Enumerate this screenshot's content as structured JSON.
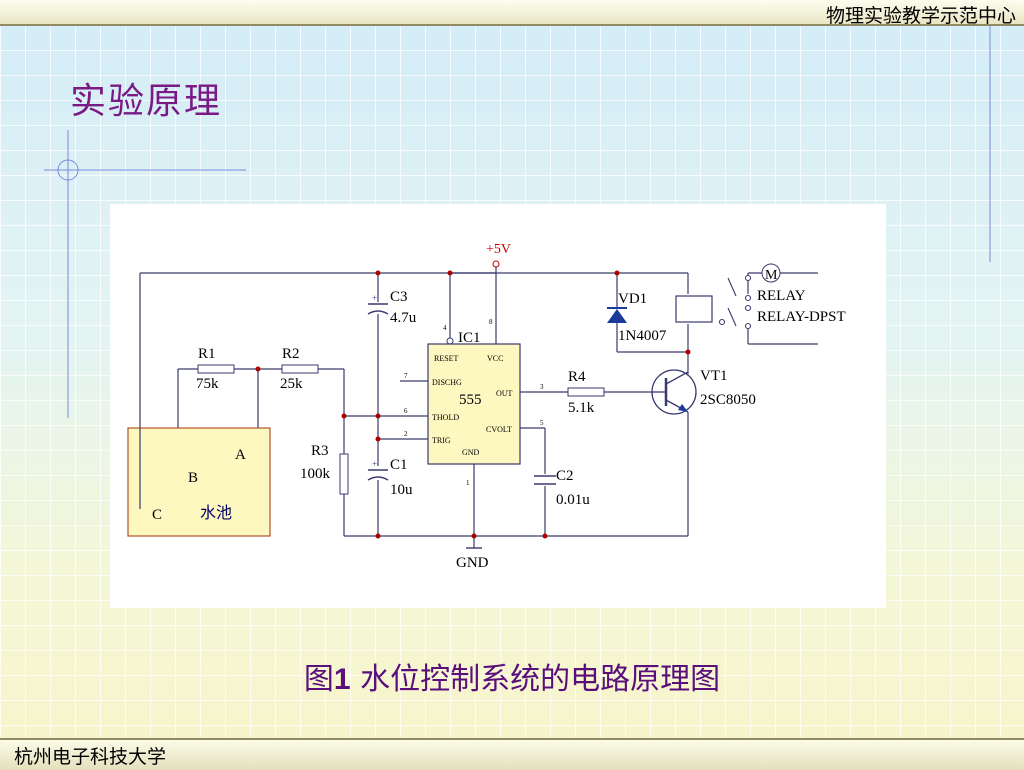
{
  "header": {
    "org": "物理实验教学示范中心"
  },
  "footer": {
    "university": "杭州电子科技大学"
  },
  "slide": {
    "title": "实验原理",
    "caption_prefix": "图",
    "caption_number": "1",
    "caption_text": " 水位控制系统的电路原理图"
  },
  "diagram": {
    "supply": "+5V",
    "ground": "GND",
    "pool": {
      "label": "水池",
      "probe_a": "A",
      "probe_b": "B",
      "probe_c": "C"
    },
    "r1": {
      "name": "R1",
      "value": "75k"
    },
    "r2": {
      "name": "R2",
      "value": "25k"
    },
    "r3": {
      "name": "R3",
      "value": "100k"
    },
    "r4": {
      "name": "R4",
      "value": "5.1k"
    },
    "c1": {
      "name": "C1",
      "value": "10u"
    },
    "c2": {
      "name": "C2",
      "value": "0.01u"
    },
    "c3": {
      "name": "C3",
      "value": "4.7u"
    },
    "ic": {
      "name": "IC1",
      "part": "555",
      "pins": {
        "reset": "RESET",
        "vcc": "VCC",
        "dischg": "DISCHG",
        "out": "OUT",
        "thold": "THOLD",
        "cvolt": "CVOLT",
        "trig": "TRIG",
        "gnd": "GND"
      },
      "pin_numbers": {
        "reset": "4",
        "vcc": "8",
        "dischg": "7",
        "out": "3",
        "thold": "6",
        "cvolt": "5",
        "trig": "2",
        "gnd": "1"
      }
    },
    "vd1": {
      "name": "VD1",
      "part": "1N4007"
    },
    "vt1": {
      "name": "VT1",
      "part": "2SC8050"
    },
    "relay": {
      "name": "RELAY",
      "part": "RELAY-DPST",
      "motor": "M"
    }
  },
  "colors": {
    "title": "#7a1a84",
    "caption": "#5a0f7a",
    "wire": "#3a3a6e",
    "junction": "#b00000",
    "pool_fill": "#fdf7c0",
    "pool_border": "#b0542a",
    "supply": "#cc0000",
    "diode": "#1a3a9a"
  }
}
